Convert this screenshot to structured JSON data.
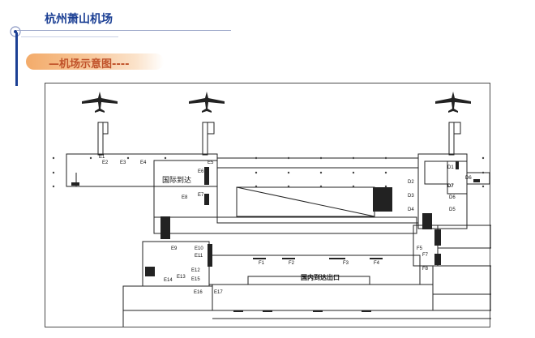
{
  "header": {
    "title": "杭州萧山机场",
    "subtitle": "—机场示意图----"
  },
  "map": {
    "labels": {
      "international": "国际到达",
      "domestic": "国内到达出口"
    },
    "gates": [
      {
        "name": "E1"
      },
      {
        "name": "E2"
      },
      {
        "name": "E3"
      },
      {
        "name": "E4"
      },
      {
        "name": "E5"
      },
      {
        "name": "E6"
      },
      {
        "name": "E7"
      },
      {
        "name": "E8"
      },
      {
        "name": "E9"
      },
      {
        "name": "E10"
      },
      {
        "name": "E11",
        "highlight": true
      },
      {
        "name": "E12"
      },
      {
        "name": "E13"
      },
      {
        "name": "E14"
      },
      {
        "name": "E15"
      },
      {
        "name": "E16"
      },
      {
        "name": "E17"
      },
      {
        "name": "F1"
      },
      {
        "name": "F2"
      },
      {
        "name": "F3"
      },
      {
        "name": "F4"
      },
      {
        "name": "F5"
      },
      {
        "name": "F7"
      },
      {
        "name": "F8"
      },
      {
        "name": "D1"
      },
      {
        "name": "D2"
      },
      {
        "name": "D3"
      },
      {
        "name": "D4"
      },
      {
        "name": "D5"
      },
      {
        "name": "D6"
      },
      {
        "name": "D6"
      },
      {
        "name": "D7"
      }
    ],
    "colors": {
      "line": "#222222",
      "highlight": "#e02020",
      "title": "#1b3f94",
      "subtitle": "#c0522a"
    }
  }
}
